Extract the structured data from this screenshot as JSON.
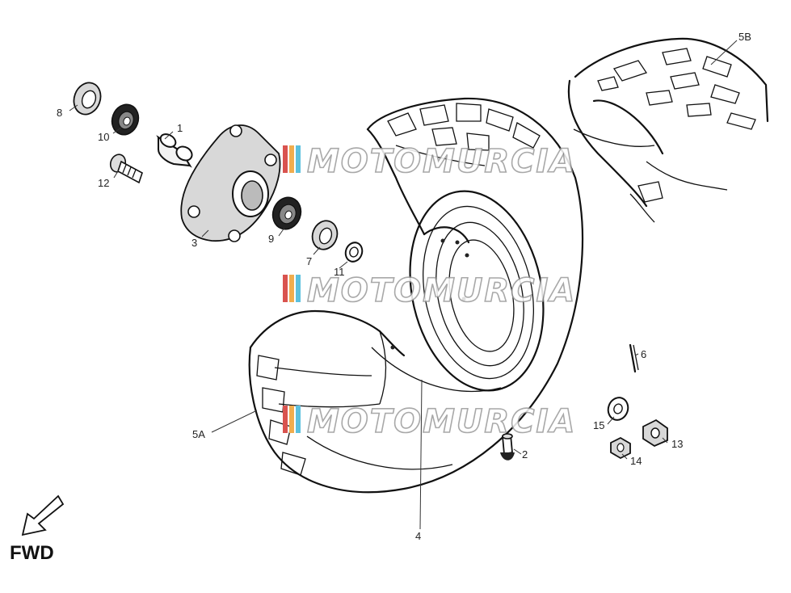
{
  "watermark": "MOTOMURCIA",
  "direction_label": "FWD",
  "parts": [
    {
      "id": "p1",
      "label": "1"
    },
    {
      "id": "p2",
      "label": "2"
    },
    {
      "id": "p3",
      "label": "3"
    },
    {
      "id": "p4",
      "label": "4"
    },
    {
      "id": "p5A",
      "label": "5A"
    },
    {
      "id": "p5B",
      "label": "5B"
    },
    {
      "id": "p6",
      "label": "6"
    },
    {
      "id": "p7",
      "label": "7"
    },
    {
      "id": "p8",
      "label": "8"
    },
    {
      "id": "p9",
      "label": "9"
    },
    {
      "id": "p10",
      "label": "10"
    },
    {
      "id": "p11",
      "label": "11"
    },
    {
      "id": "p12",
      "label": "12"
    },
    {
      "id": "p13",
      "label": "13"
    },
    {
      "id": "p14",
      "label": "14"
    },
    {
      "id": "p15",
      "label": "15"
    }
  ],
  "colors": {
    "line": "#111111",
    "watermark_stroke": "#9a9a9a",
    "background": "#ffffff"
  }
}
